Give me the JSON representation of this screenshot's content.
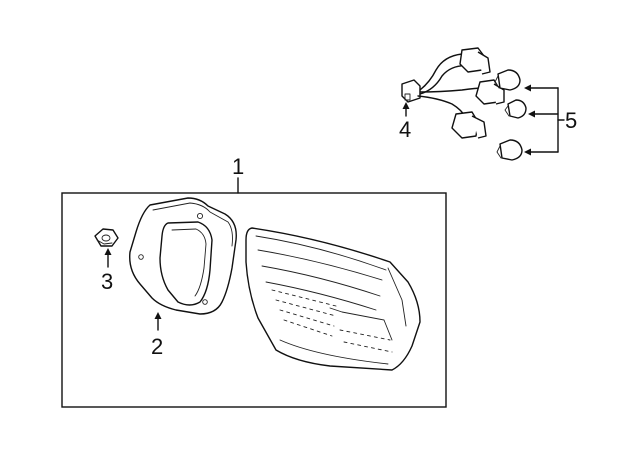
{
  "callouts": {
    "c1": "1",
    "c2": "2",
    "c3": "3",
    "c4": "4",
    "c5": "5"
  },
  "parts": {
    "assembly_box": "tail-lamp-assembly",
    "gasket": "lamp-gasket",
    "nut": "mounting-nut",
    "socket": "socket-and-wire",
    "bulbs": "bulbs"
  }
}
